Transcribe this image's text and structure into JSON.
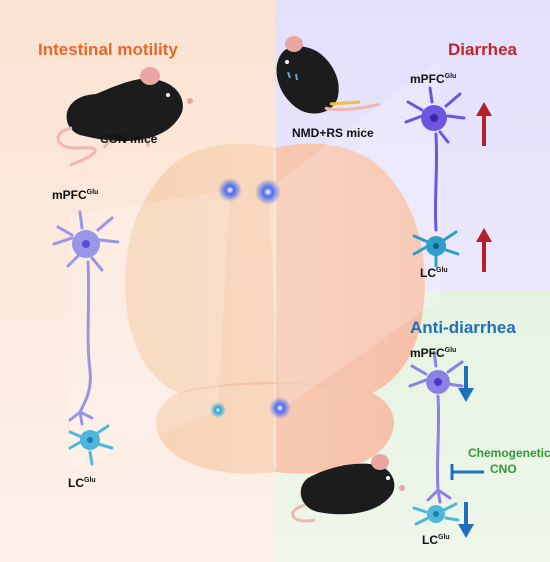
{
  "panels": {
    "left": {
      "title": "Intestinal motility",
      "title_color": "#e8682a"
    },
    "diarrhea": {
      "title": "Diarrhea",
      "title_color": "#c0262d"
    },
    "anti": {
      "title": "Anti-diarrhea",
      "title_color": "#1f6fbf"
    }
  },
  "mice": {
    "con": "CON mice",
    "nmd": "NMD+RS mice"
  },
  "neurons": {
    "mpfc_base": "mPFC",
    "lc_base": "LC",
    "sup": "Glu"
  },
  "treatment": {
    "line1": "Chemogenetic",
    "line2": "CNO",
    "color": "#2e9a3a"
  },
  "colors": {
    "up_arrow": "#b3202a",
    "down_arrow": "#1f6fbf",
    "neuron_left": "#9b95e8",
    "neuron_diarrhea": "#6d55e0",
    "lc_cell": "#2f9ec8"
  }
}
